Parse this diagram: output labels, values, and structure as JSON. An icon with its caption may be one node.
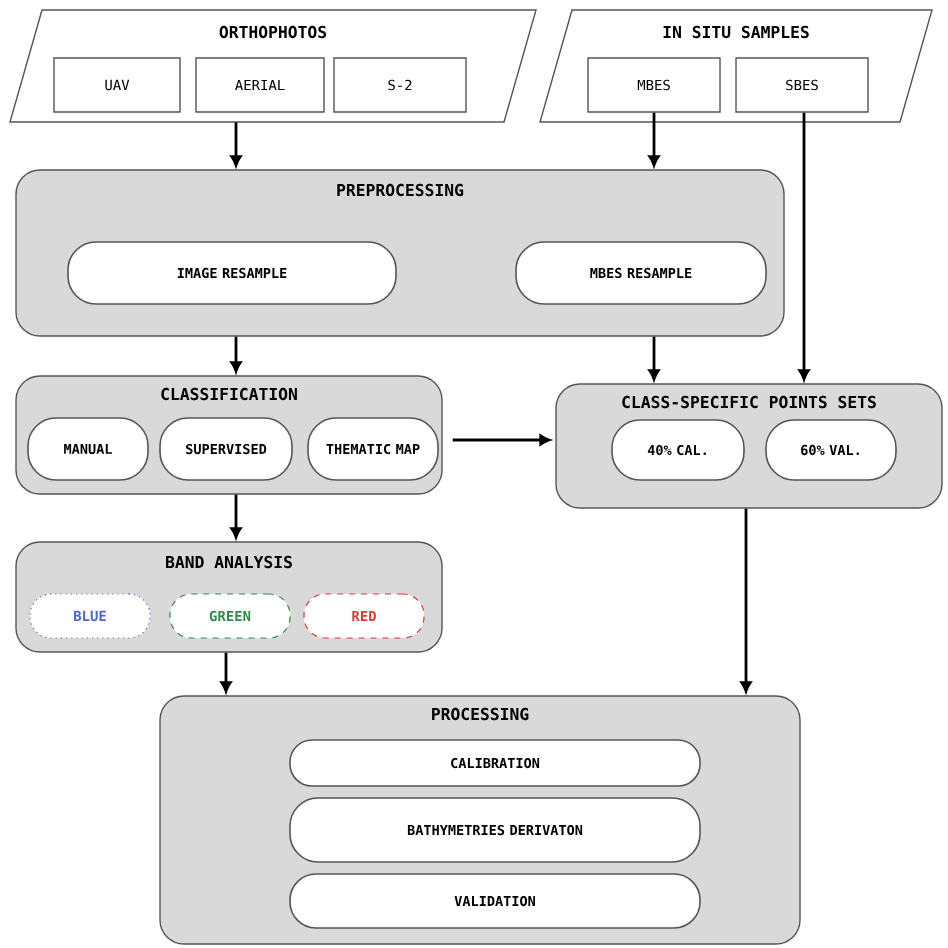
{
  "diagram": {
    "nodes": [
      {
        "text": [
          "ORTHOPHOTOS"
        ]
      },
      {
        "text": [
          "UAV"
        ],
        "in": 0
      },
      {
        "text": [
          "AERIAL"
        ],
        "in": 0
      },
      {
        "text": [
          "S-2"
        ],
        "in": 0
      },
      {
        "text": [
          "IN SITU SAMPLES"
        ]
      },
      {
        "text": [
          "MBES"
        ],
        "in": 4
      },
      {
        "text": [
          "SBES"
        ],
        "in": 4
      },
      {
        "text": [
          "PREPROCESSING"
        ]
      },
      {
        "text": [
          "IMAGE RESAMPLE"
        ],
        "in": 7
      },
      {
        "text": [
          "MBES RESAMPLE"
        ],
        "in": 7
      },
      {
        "text": [
          "CLASSIFICATION"
        ]
      },
      {
        "text": [
          "MANUAL"
        ],
        "in": 10
      },
      {
        "text": [
          "SUPERVISED"
        ],
        "in": 10
      },
      {
        "text": [
          "THEMATIC MAP"
        ],
        "in": 10
      },
      {
        "text": [
          "CLASS-SPECIFIC POINTS SETS"
        ]
      },
      {
        "text": [
          "40% CAL."
        ],
        "in": 14
      },
      {
        "text": [
          "60% VAL."
        ],
        "in": 14
      },
      {
        "text": [
          "BAND ANALYSIS"
        ]
      },
      {
        "text": [
          "BLUE"
        ],
        "in": 17
      },
      {
        "text": [
          "GREEN"
        ],
        "in": 17
      },
      {
        "text": [
          "RED"
        ],
        "in": 17
      },
      {
        "text": [
          "PROCESSING"
        ]
      },
      {
        "text": [
          "CALIBRATION"
        ],
        "in": 21
      },
      {
        "text": [
          "BATHYMETRIES DERIVATON"
        ],
        "in": 21
      },
      {
        "text": [
          "VALIDATION"
        ],
        "in": 21
      }
    ],
    "edges": [
      {
        "from": 0,
        "to": 7,
        "arrow": "to"
      },
      {
        "from": 5,
        "to": 7,
        "arrow": "to"
      },
      {
        "from": 7,
        "to": 10,
        "arrow": "to"
      },
      {
        "from": 7,
        "to": 14,
        "arrow": "to"
      },
      {
        "from": 6,
        "to": 14,
        "arrow": "to"
      },
      {
        "from": 10,
        "to": 14,
        "arrow": "to"
      },
      {
        "from": 10,
        "to": 17,
        "arrow": "to"
      },
      {
        "from": 17,
        "to": 21,
        "arrow": "to"
      },
      {
        "from": 14,
        "to": 21,
        "arrow": "to"
      }
    ]
  }
}
